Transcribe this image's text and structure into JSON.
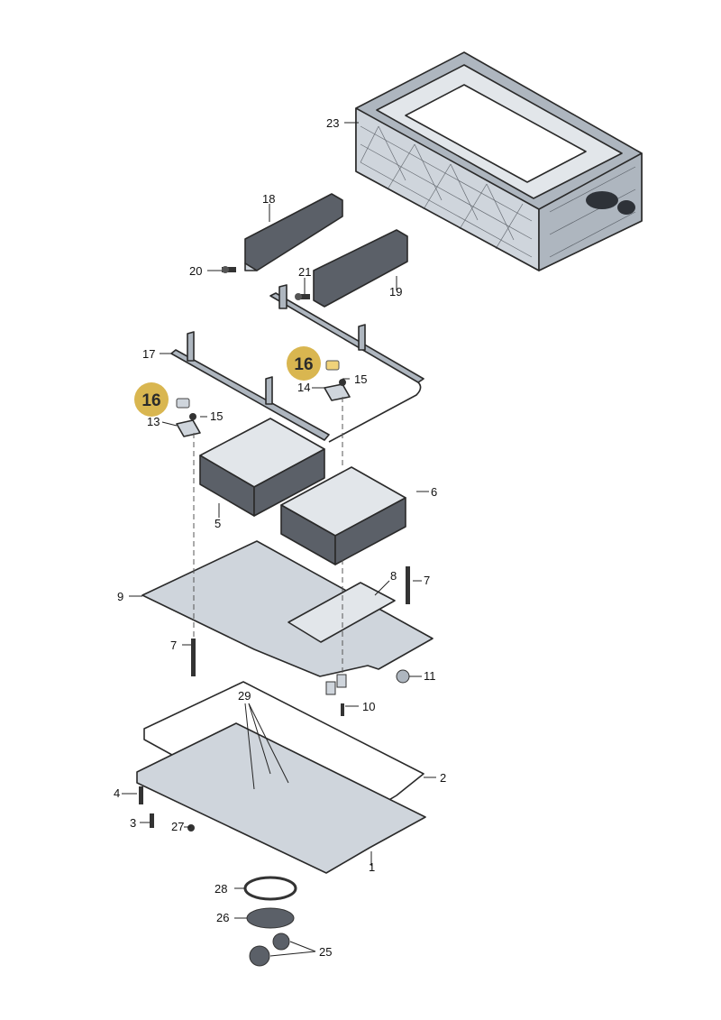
{
  "diagram": {
    "highlight_color": "#d9b650",
    "parts": {
      "p1": "1",
      "p2": "2",
      "p3": "3",
      "p4": "4",
      "p5": "5",
      "p6": "6",
      "p7a": "7",
      "p7b": "7",
      "p8": "8",
      "p9": "9",
      "p10": "10",
      "p11": "11",
      "p13": "13",
      "p14": "14",
      "p15a": "15",
      "p15b": "15",
      "p16a": "16",
      "p16b": "16",
      "p17": "17",
      "p18": "18",
      "p19": "19",
      "p20": "20",
      "p21": "21",
      "p23": "23",
      "p25": "25",
      "p26": "26",
      "p27": "27",
      "p28": "28",
      "p29": "29"
    }
  }
}
